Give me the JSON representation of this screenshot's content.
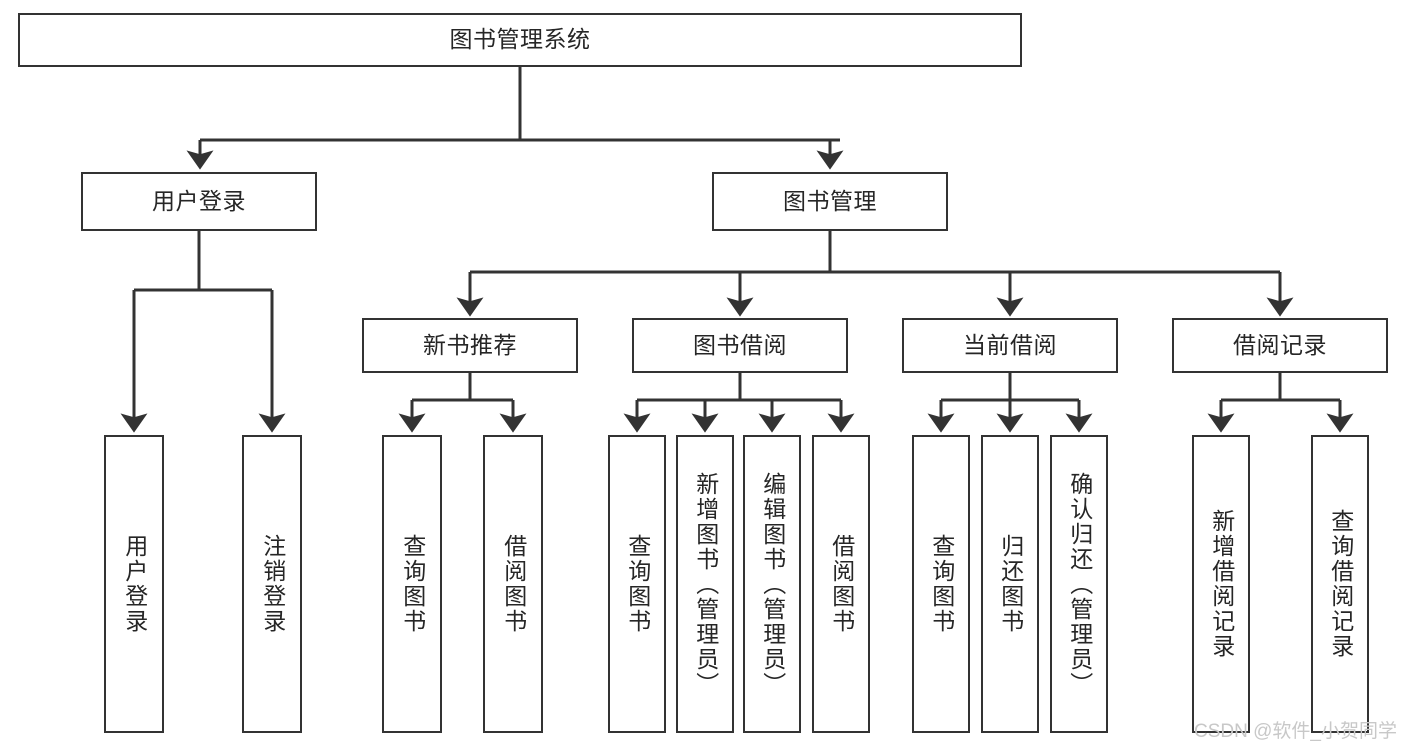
{
  "diagram": {
    "title": "图书管理系统",
    "watermark": "CSDN @软件_小贺同学",
    "stroke_color": "#333333",
    "text_color": "#262626",
    "background_color": "#ffffff",
    "watermark_color": "#c8c8c8",
    "nodes": {
      "root": "图书管理系统",
      "level1": {
        "user_login": "用户登录",
        "book_manage": "图书管理"
      },
      "level2": {
        "new_book_recommend": "新书推荐",
        "book_borrow": "图书借阅",
        "current_borrow": "当前借阅",
        "borrow_record": "借阅记录"
      },
      "leaves": {
        "user_login_leaf": "用户登录",
        "logout_leaf": "注销登录",
        "recommend_query_book": "查询图书",
        "recommend_borrow_book": "借阅图书",
        "borrow_query_book": "查询图书",
        "borrow_add_book": "新增图书（管理员）",
        "borrow_edit_book": "编辑图书（管理员）",
        "borrow_borrow_book": "借阅图书",
        "current_query_book": "查询图书",
        "current_return_book": "归还图书",
        "current_confirm_return": "确认归还（管理员）",
        "record_add": "新增借阅记录",
        "record_query": "查询借阅记录"
      }
    }
  }
}
